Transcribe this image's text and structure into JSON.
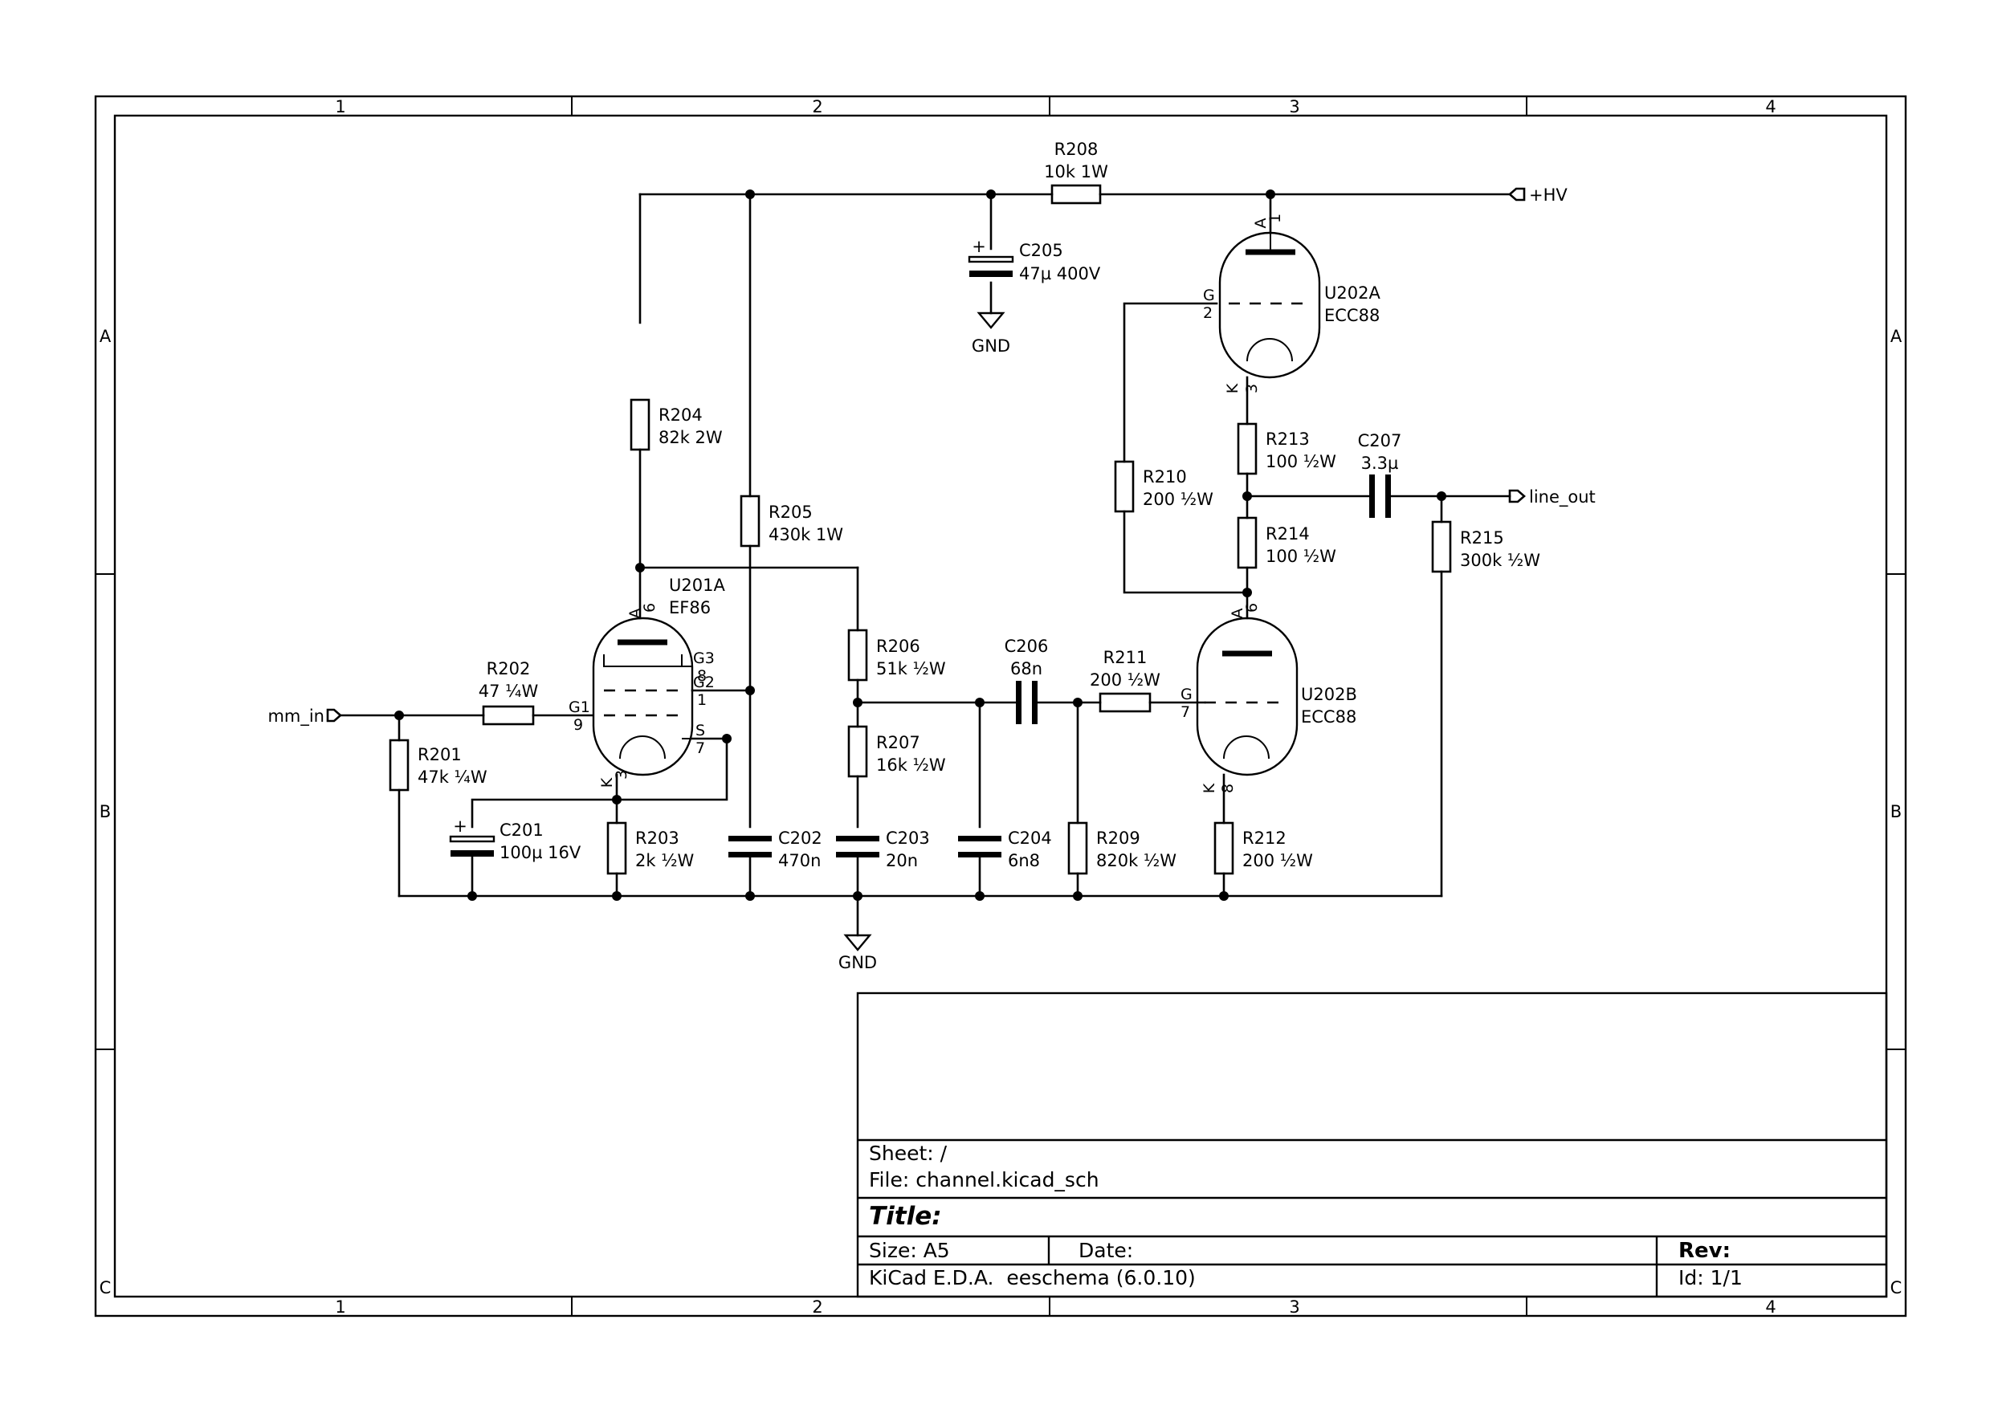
{
  "frame": {
    "columns": [
      "1",
      "2",
      "3",
      "4"
    ],
    "rows": [
      "A",
      "B",
      "C"
    ]
  },
  "title_block": {
    "sheet": "Sheet: /",
    "file": "File: channel.kicad_sch",
    "title": "Title:",
    "size": "Size: A5",
    "date": "Date:",
    "rev": "Rev:",
    "tool": "KiCad E.D.A.  eeschema (6.0.10)",
    "id": "Id: 1/1"
  },
  "ports": {
    "hv": "+HV",
    "line_out": "line_out",
    "mm_in": "mm_in"
  },
  "ground_labels": [
    "GND",
    "GND"
  ],
  "components": {
    "R201": {
      "ref": "R201",
      "value": "47k ¼W"
    },
    "R202": {
      "ref": "R202",
      "value": "47 ¼W"
    },
    "R203": {
      "ref": "R203",
      "value": "2k ½W"
    },
    "R204": {
      "ref": "R204",
      "value": "82k 2W"
    },
    "R205": {
      "ref": "R205",
      "value": "430k 1W"
    },
    "R206": {
      "ref": "R206",
      "value": "51k ½W"
    },
    "R207": {
      "ref": "R207",
      "value": "16k ½W"
    },
    "R208": {
      "ref": "R208",
      "value": "10k 1W"
    },
    "R209": {
      "ref": "R209",
      "value": "820k ½W"
    },
    "R210": {
      "ref": "R210",
      "value": "200 ½W"
    },
    "R211": {
      "ref": "R211",
      "value": "200 ½W"
    },
    "R212": {
      "ref": "R212",
      "value": "200 ½W"
    },
    "R213": {
      "ref": "R213",
      "value": "100 ½W"
    },
    "R214": {
      "ref": "R214",
      "value": "100 ½W"
    },
    "R215": {
      "ref": "R215",
      "value": "300k ½W"
    },
    "C201": {
      "ref": "C201",
      "value": "100µ 16V"
    },
    "C202": {
      "ref": "C202",
      "value": "470n"
    },
    "C203": {
      "ref": "C203",
      "value": "20n"
    },
    "C204": {
      "ref": "C204",
      "value": "6n8"
    },
    "C205": {
      "ref": "C205",
      "value": "47µ 400V"
    },
    "C206": {
      "ref": "C206",
      "value": "68n"
    },
    "C207": {
      "ref": "C207",
      "value": "3.3µ"
    },
    "U201A": {
      "ref": "U201A",
      "value": "EF86"
    },
    "U202A": {
      "ref": "U202A",
      "value": "ECC88"
    },
    "U202B": {
      "ref": "U202B",
      "value": "ECC88"
    }
  },
  "pins": {
    "U201A": {
      "a": "A",
      "a_num": "6",
      "k": "K",
      "k_num": "3",
      "g1": "G1",
      "g1_num": "9",
      "g2": "G2",
      "g2_num": "1",
      "g3": "G3",
      "g3_num": "8",
      "s": "S",
      "s_num": "7"
    },
    "U202A": {
      "a": "A",
      "a_num": "1",
      "g": "G",
      "g_num": "2",
      "k": "K",
      "k_num": "3"
    },
    "U202B": {
      "a": "A",
      "a_num": "6",
      "g": "G",
      "g_num": "7",
      "k": "K",
      "k_num": "8"
    }
  },
  "polarity_mark": "+"
}
